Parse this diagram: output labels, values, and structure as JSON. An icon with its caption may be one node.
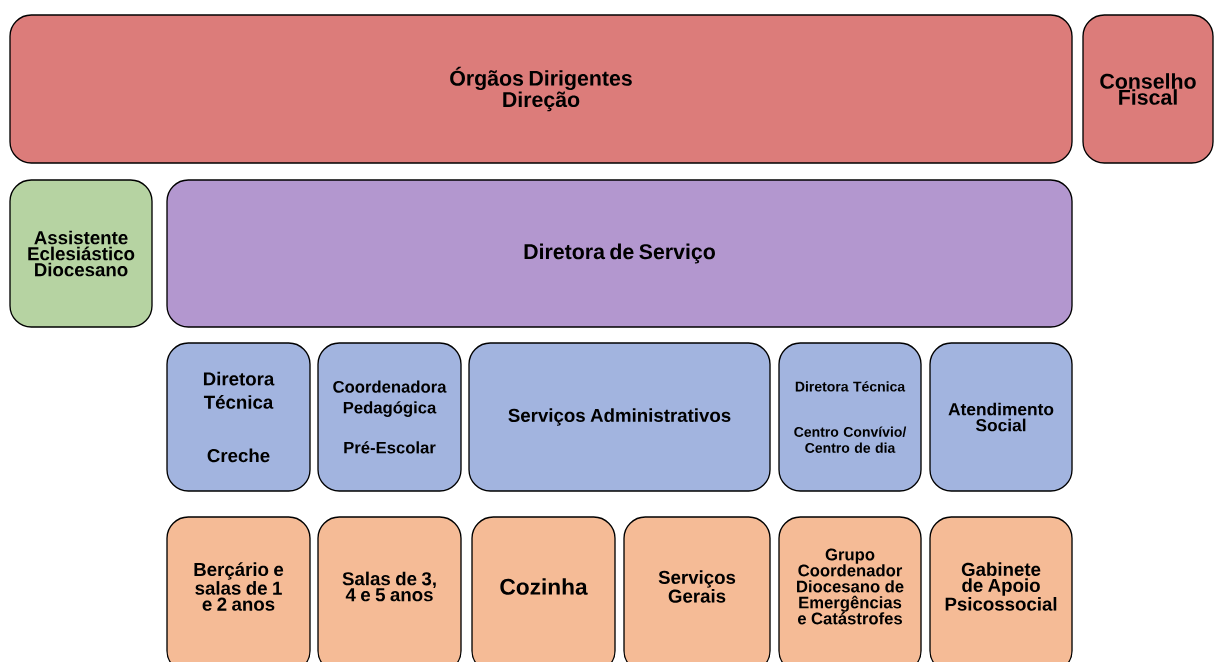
{
  "diagram": {
    "nodes": [
      {
        "text": [
          "Órgãos Dirigentes",
          "Direção"
        ]
      },
      {
        "text": [
          "Conselho Fiscal"
        ]
      },
      {
        "text": [
          "Assistente Eclesiástico Diocesano"
        ]
      },
      {
        "text": [
          "Diretora de Serviço"
        ]
      },
      {
        "text": [
          "Diretora Técnica",
          "Creche"
        ]
      },
      {
        "text": [
          "Coordenadora Pedagógica",
          "Pré-Escolar"
        ]
      },
      {
        "text": [
          "Serviços Administrativos"
        ]
      },
      {
        "text": [
          "Diretora Técnica",
          "Centro Convívio/ Centro de dia"
        ]
      },
      {
        "text": [
          "Atendimento Social"
        ]
      },
      {
        "text": [
          "Berçário e salas de 1 e 2 anos"
        ]
      },
      {
        "text": [
          "Salas de 3, 4 e 5 anos"
        ]
      },
      {
        "text": [
          "Cozinha"
        ]
      },
      {
        "text": [
          "Serviços Gerais"
        ]
      },
      {
        "text": [
          "Grupo Coordenador Diocesano de Emergências e Catástrofes"
        ]
      },
      {
        "text": [
          "Gabinete de Apoio Psicossocial"
        ]
      }
    ]
  }
}
